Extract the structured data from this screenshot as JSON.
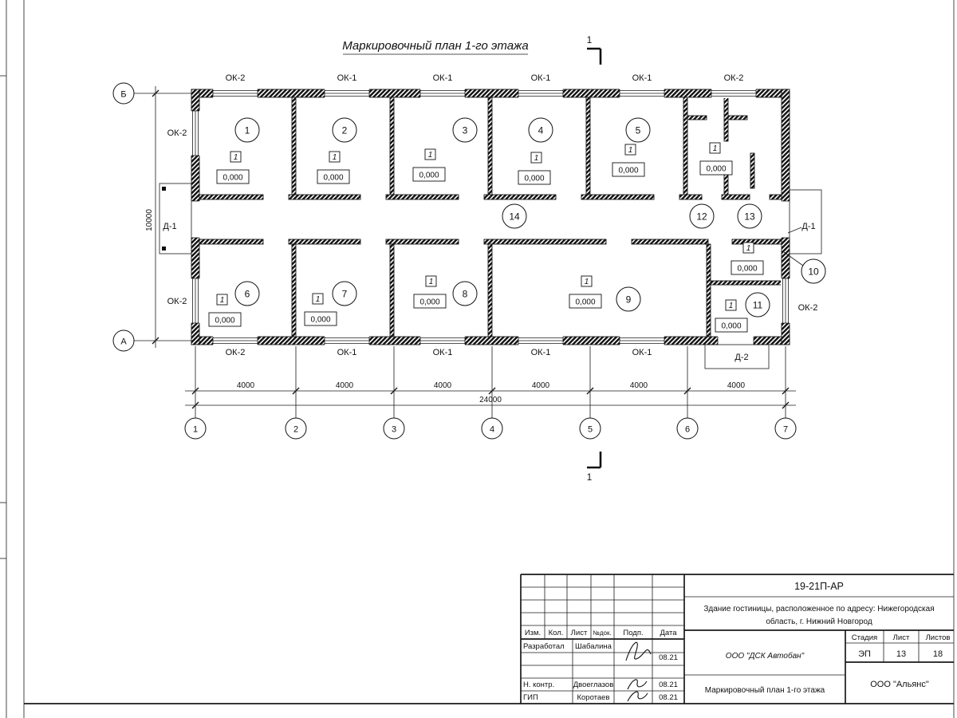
{
  "title": "Маркировочный план 1-го этажа",
  "plan": {
    "rooms": [
      "1",
      "2",
      "3",
      "4",
      "5",
      "6",
      "7",
      "8",
      "9",
      "10",
      "11",
      "12",
      "13",
      "14"
    ],
    "level": "0,000",
    "level_mark": "1",
    "windows_top": [
      "ОК-2",
      "ОК-1",
      "ОК-1",
      "ОК-1",
      "ОК-1",
      "ОК-2"
    ],
    "windows_bottom": [
      "ОК-2",
      "ОК-1",
      "ОК-1",
      "ОК-1",
      "ОК-1"
    ],
    "window_left_top": "ОК-2",
    "window_left_bottom": "ОК-2",
    "window_right": "ОК-2",
    "door_left": "Д-1",
    "door_right": "Д-1",
    "door_bottom": "Д-2",
    "axes_vertical": [
      "Б",
      "А"
    ],
    "axes_horizontal": [
      "1",
      "2",
      "3",
      "4",
      "5",
      "6",
      "7"
    ],
    "dims": [
      "4000",
      "4000",
      "4000",
      "4000",
      "4000",
      "4000"
    ],
    "dim_total": "24000",
    "dim_height": "10000",
    "section_mark": "1"
  },
  "titleblock": {
    "doc_number": "19-21П-АР",
    "project_lines": [
      "Здание гостиницы, расположенное по адресу: Нижегородская",
      "область, г. Нижний Новгород"
    ],
    "columns": [
      "Изм.",
      "Кол.",
      "Лист",
      "№док.",
      "Подп.",
      "Дата"
    ],
    "rows": [
      {
        "role": "Разработал",
        "name": "Шабалина",
        "date": "08.21"
      },
      {
        "role": "Н. контр.",
        "name": "Двоеглазов",
        "date": "08.21"
      },
      {
        "role": "ГИП",
        "name": "Коротаев",
        "date": "08.21"
      }
    ],
    "company": "ООО \"ДСК Автобан\"",
    "drawing_title": "Маркировочный план 1-го этажа",
    "stage_label": "Стадия",
    "sheet_label": "Лист",
    "sheets_label": "Листов",
    "stage": "ЭП",
    "sheet": "13",
    "sheets_total": "18",
    "contractor": "ООО \"Альянс\""
  }
}
